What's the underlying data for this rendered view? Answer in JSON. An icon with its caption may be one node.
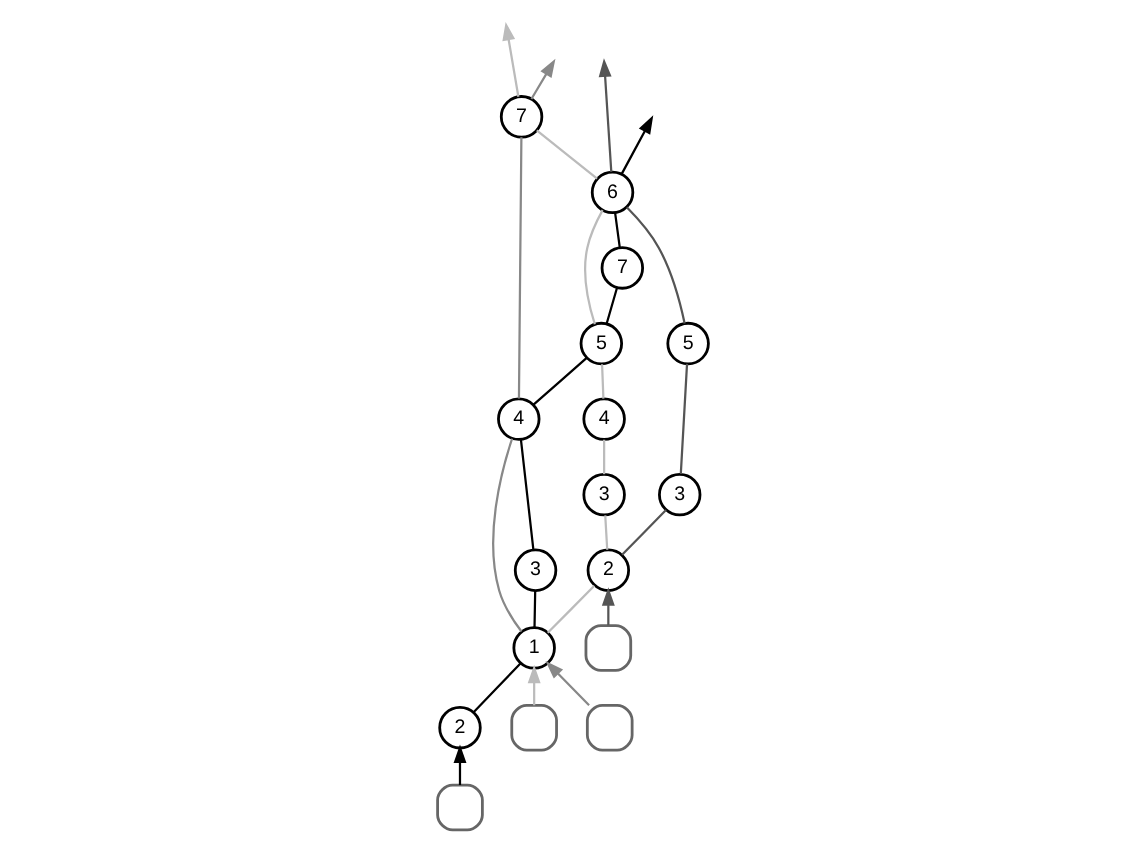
{
  "diagram": {
    "nodes": [
      {
        "text": [
          "7"
        ]
      },
      {
        "text": [
          "6"
        ]
      },
      {
        "text": [
          "7"
        ]
      },
      {
        "text": [
          "5"
        ]
      },
      {
        "text": [
          "5"
        ]
      },
      {
        "text": [
          "4"
        ]
      },
      {
        "text": [
          "4"
        ]
      },
      {
        "text": [
          "3"
        ]
      },
      {
        "text": [
          "3"
        ]
      },
      {
        "text": [
          "3"
        ]
      },
      {
        "text": [
          "2"
        ]
      },
      {
        "text": [
          "1"
        ]
      },
      {
        "text": [
          "2"
        ]
      },
      {
        "text": [],
        "shape": "picture"
      },
      {
        "text": [],
        "shape": "picture"
      },
      {
        "text": [],
        "shape": "picture"
      },
      {
        "text": [],
        "shape": "picture"
      }
    ],
    "edges": [
      {
        "from": 13,
        "to": 10,
        "arrow": "to",
        "color": "#555555"
      },
      {
        "from": 10,
        "to": 9,
        "arrow": "none",
        "color": "#555555"
      },
      {
        "from": 9,
        "to": 4,
        "arrow": "none",
        "color": "#555555"
      },
      {
        "from": 4,
        "to": 1,
        "arrow": "none",
        "color": "#555555"
      },
      {
        "from": 1,
        "to": null,
        "arrow": "to",
        "color": "#555555"
      },
      {
        "from": 14,
        "to": 11,
        "arrow": "to",
        "color": "#bbbbbb"
      },
      {
        "from": 11,
        "to": 10,
        "arrow": "none",
        "color": "#bbbbbb"
      },
      {
        "from": 10,
        "to": 8,
        "arrow": "none",
        "color": "#bbbbbb"
      },
      {
        "from": 8,
        "to": 5,
        "arrow": "none",
        "color": "#bbbbbb"
      },
      {
        "from": 5,
        "to": 3,
        "arrow": "none",
        "color": "#bbbbbb"
      },
      {
        "from": 3,
        "to": 1,
        "arrow": "none",
        "color": "#bbbbbb"
      },
      {
        "from": 1,
        "to": 0,
        "arrow": "none",
        "color": "#bbbbbb"
      },
      {
        "from": 0,
        "to": null,
        "arrow": "to",
        "color": "#bbbbbb"
      },
      {
        "from": 15,
        "to": 11,
        "arrow": "to",
        "color": "#888888"
      },
      {
        "from": 11,
        "to": 6,
        "arrow": "none",
        "color": "#888888"
      },
      {
        "from": 6,
        "to": 0,
        "arrow": "none",
        "color": "#888888"
      },
      {
        "from": 0,
        "to": null,
        "arrow": "to",
        "color": "#888888"
      },
      {
        "from": 16,
        "to": 12,
        "arrow": "to",
        "color": "#000000"
      },
      {
        "from": 12,
        "to": 11,
        "arrow": "none",
        "color": "#000000"
      },
      {
        "from": 11,
        "to": 7,
        "arrow": "none",
        "color": "#000000"
      },
      {
        "from": 7,
        "to": 6,
        "arrow": "none",
        "color": "#000000"
      },
      {
        "from": 6,
        "to": 3,
        "arrow": "none",
        "color": "#000000"
      },
      {
        "from": 3,
        "to": 2,
        "arrow": "none",
        "color": "#000000"
      },
      {
        "from": 2,
        "to": 1,
        "arrow": "none",
        "color": "#000000"
      },
      {
        "from": 1,
        "to": null,
        "arrow": "to",
        "color": "#000000"
      }
    ]
  }
}
